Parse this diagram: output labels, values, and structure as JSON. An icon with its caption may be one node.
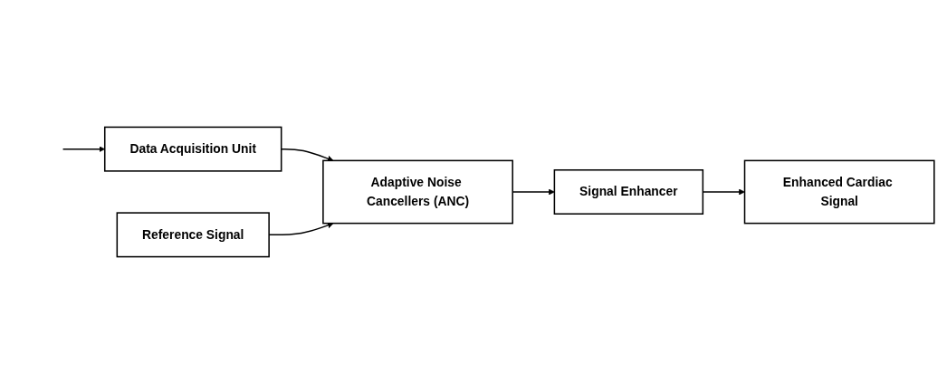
{
  "diagram": {
    "nodes": [
      {
        "text": [
          "Data Acquisition Unit"
        ]
      },
      {
        "text": [
          "Adaptive Noise Cancellers (ANC)"
        ]
      },
      {
        "text": [
          "Signal Enhancer"
        ]
      },
      {
        "text": [
          "Enhanced Cardiac Signal"
        ]
      },
      {
        "text": [
          "Reference Signal"
        ]
      }
    ],
    "edges": [
      {
        "from": null,
        "to": 0,
        "arrow": "to"
      },
      {
        "from": 0,
        "to": 1,
        "arrow": "to"
      },
      {
        "from": 1,
        "to": 2,
        "arrow": "to"
      },
      {
        "from": 2,
        "to": 3,
        "arrow": "to"
      },
      {
        "from": 4,
        "to": 1,
        "arrow": "to"
      }
    ]
  }
}
